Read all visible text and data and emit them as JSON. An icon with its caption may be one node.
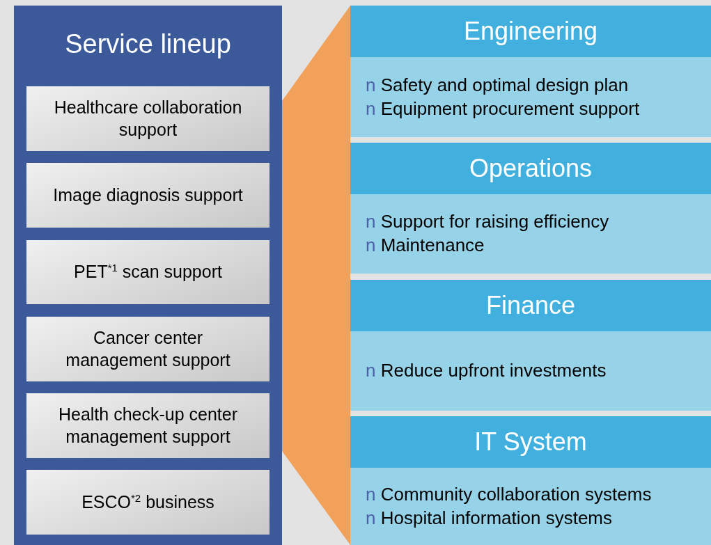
{
  "diagram": {
    "nodes": [
      {
        "text": [
          "Service lineup"
        ]
      },
      {
        "text": [
          "Healthcare collaboration support"
        ],
        "in": 0
      },
      {
        "text": [
          "Image diagnosis support"
        ],
        "in": 0
      },
      {
        "text": [
          "PET$^{*1}$ scan support"
        ],
        "in": 0
      },
      {
        "text": [
          "Cancer center management support"
        ],
        "in": 0
      },
      {
        "text": [
          "Health check-up center management support"
        ],
        "in": 0
      },
      {
        "text": [
          "ESCO$^{*2}$ business"
        ],
        "in": 0
      },
      {
        "text": [
          "Engineering"
        ]
      },
      {
        "text": [
          "n Safety and optimal design plan",
          "n Equipment procurement support"
        ]
      },
      {
        "text": [
          "Operations"
        ]
      },
      {
        "text": [
          "n Support for raising efficiency",
          "n Maintenance"
        ]
      },
      {
        "text": [
          "Finance"
        ]
      },
      {
        "text": [
          "n Reduce upfront investments"
        ]
      },
      {
        "text": [
          "IT System"
        ]
      },
      {
        "text": [
          "n Community collaboration systems",
          "n Hospital information systems"
        ]
      },
      {
        "text": [],
        "shape": "band"
      }
    ]
  }
}
